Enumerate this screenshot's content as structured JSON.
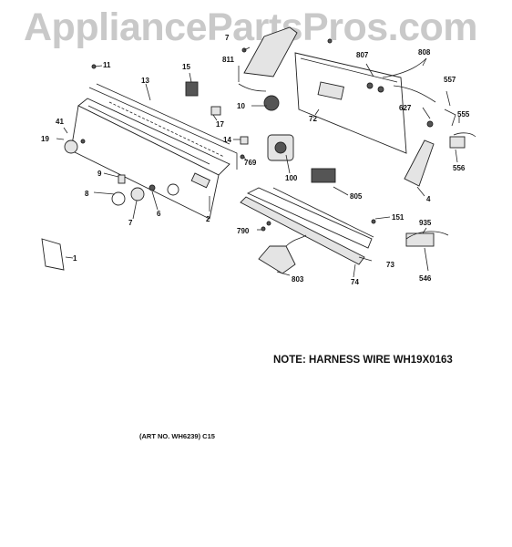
{
  "watermark": "AppliancePartsPros.com",
  "note": "NOTE: HARNESS WIRE WH19X0163",
  "art_no": "(ART NO. WH6239) C15",
  "callouts": [
    "1",
    "2",
    "4",
    "6",
    "7",
    "7",
    "8",
    "9",
    "10",
    "11",
    "13",
    "14",
    "15",
    "17",
    "19",
    "41",
    "72",
    "73",
    "74",
    "100",
    "151",
    "546",
    "555",
    "556",
    "557",
    "627",
    "769",
    "790",
    "803",
    "805",
    "807",
    "808",
    "811",
    "935"
  ]
}
